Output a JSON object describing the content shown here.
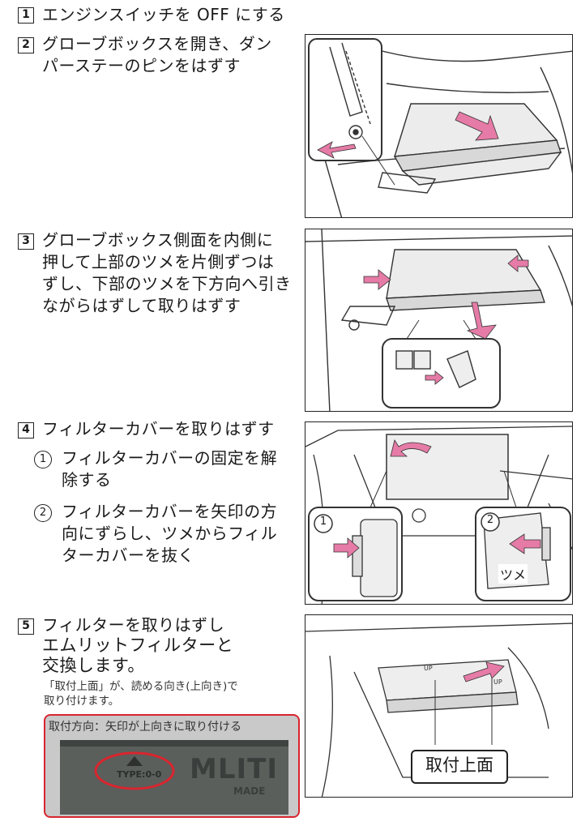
{
  "steps": [
    {
      "num": "1",
      "text": "エンジンスイッチを OFF にする"
    },
    {
      "num": "2",
      "lines": [
        "グローブボックスを開き、ダン",
        "パーステーのピンをはずす"
      ]
    },
    {
      "num": "3",
      "lines": [
        "グローブボックス側面を内側に",
        "押して上部のツメを片側ずつは",
        "ずし、下部のツメを下方向へ引き",
        "ながらはずして取りはずす"
      ]
    },
    {
      "num": "4",
      "text": "フィルターカバーを取りはずす",
      "substeps": [
        {
          "num": "1",
          "lines": [
            "フィルターカバーの固定を解",
            "除する"
          ]
        },
        {
          "num": "2",
          "lines": [
            "フィルターカバーを矢印の方",
            "向にずらし、ツメからフィル",
            "ターカバーを抜く"
          ]
        }
      ]
    },
    {
      "num": "5",
      "lines": [
        "フィルターを取りはずし",
        "エムリットフィルターと",
        "交換します。"
      ],
      "note": [
        "「取付上面」が、読める向き(上向き)で",
        "取り付けます。"
      ]
    }
  ],
  "photo": {
    "caption": "取付方向：矢印が上向きに取り付ける",
    "stamp_text": "TYPE:0-0",
    "brand_text": "MLITI",
    "made_text": "MADE"
  },
  "figures": {
    "fig4_callouts": [
      "1",
      "2"
    ],
    "fig4_tsume": "ツメ",
    "fig5_label": "取付上面",
    "fig5_up_marks": [
      "UP",
      "UP"
    ]
  },
  "colors": {
    "arrow": "#e57ba6",
    "photo_border": "#d9252e",
    "line": "#222222"
  }
}
